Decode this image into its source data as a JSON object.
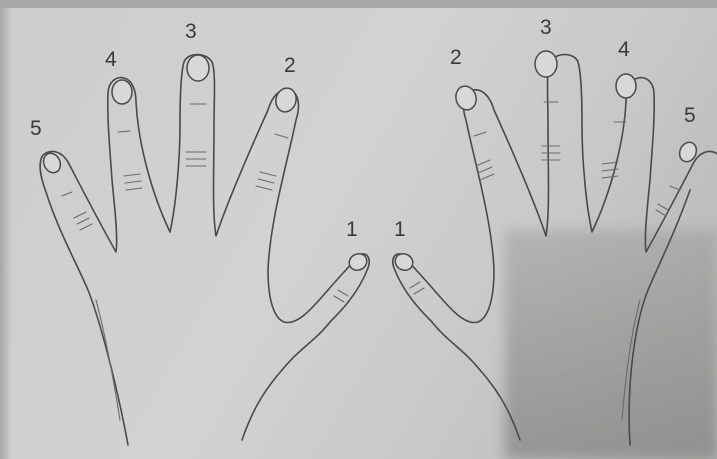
{
  "left_hand": {
    "labels": {
      "thumb": "1",
      "index": "2",
      "middle": "3",
      "ring": "4",
      "little": "5"
    }
  },
  "right_hand": {
    "labels": {
      "thumb": "1",
      "index": "2",
      "middle": "3",
      "ring": "4",
      "little": "5"
    }
  },
  "colors": {
    "paper": "#d0d0ce",
    "ink": "#4a4a4a",
    "shadow": "#8c8c8a"
  }
}
